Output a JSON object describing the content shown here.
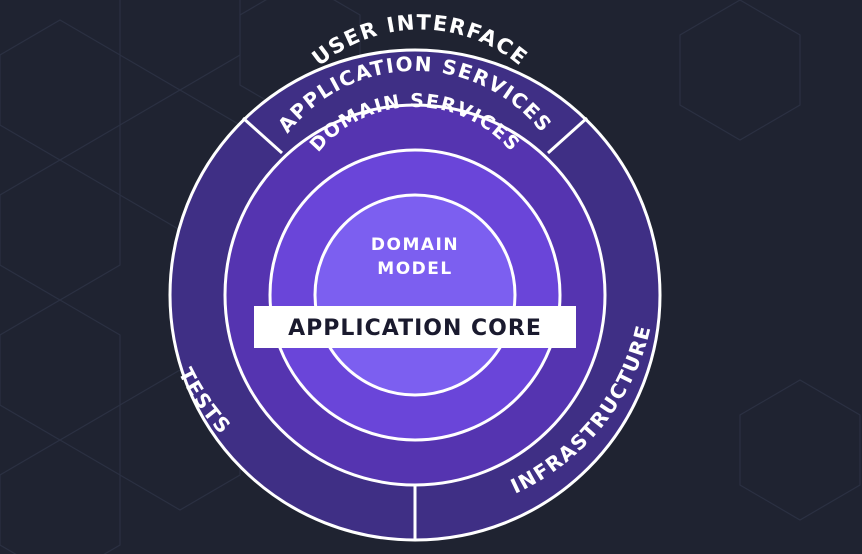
{
  "layers": {
    "user_interface": "USER INTERFACE",
    "application_services": "APPLICATION SERVICES",
    "domain_services": "DOMAIN SERVICES",
    "domain_model_line1": "DOMAIN",
    "domain_model_line2": "MODEL",
    "tests": "TESTS",
    "infrastructure": "INFRASTRUCTURE"
  },
  "core_label": "APPLICATION CORE",
  "colors": {
    "background": "#1f2331",
    "outer_ring": "#3f2f85",
    "app_services_ring": "#5534b0",
    "domain_services_ring": "#6a45d9",
    "domain_model": "#7c5ff0",
    "stroke": "#ffffff",
    "hex_lines": "#2b3042"
  }
}
